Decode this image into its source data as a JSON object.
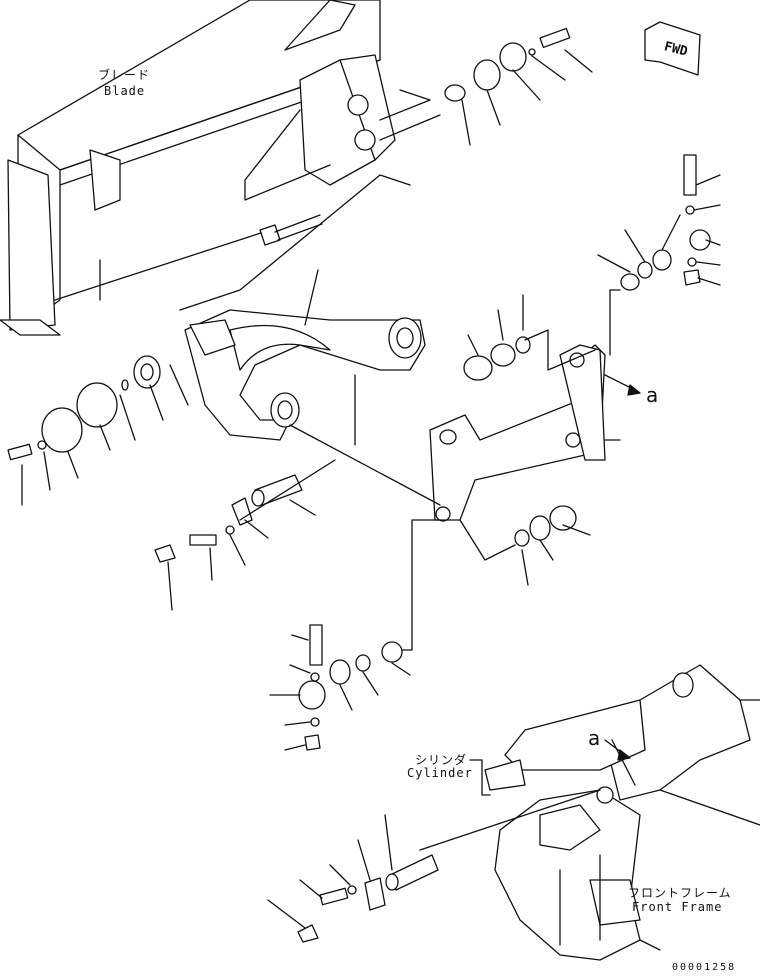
{
  "labels": {
    "blade_jp": "ブレード",
    "blade_en": "Blade",
    "cylinder_jp": "シリンダ",
    "cylinder_en": "Cylinder",
    "frame_jp": "フロントフレーム",
    "frame_en": "Front Frame",
    "fwd": "FWD",
    "ref_a_top": "a",
    "ref_a_bottom": "a",
    "drawing_number": "00001258"
  }
}
